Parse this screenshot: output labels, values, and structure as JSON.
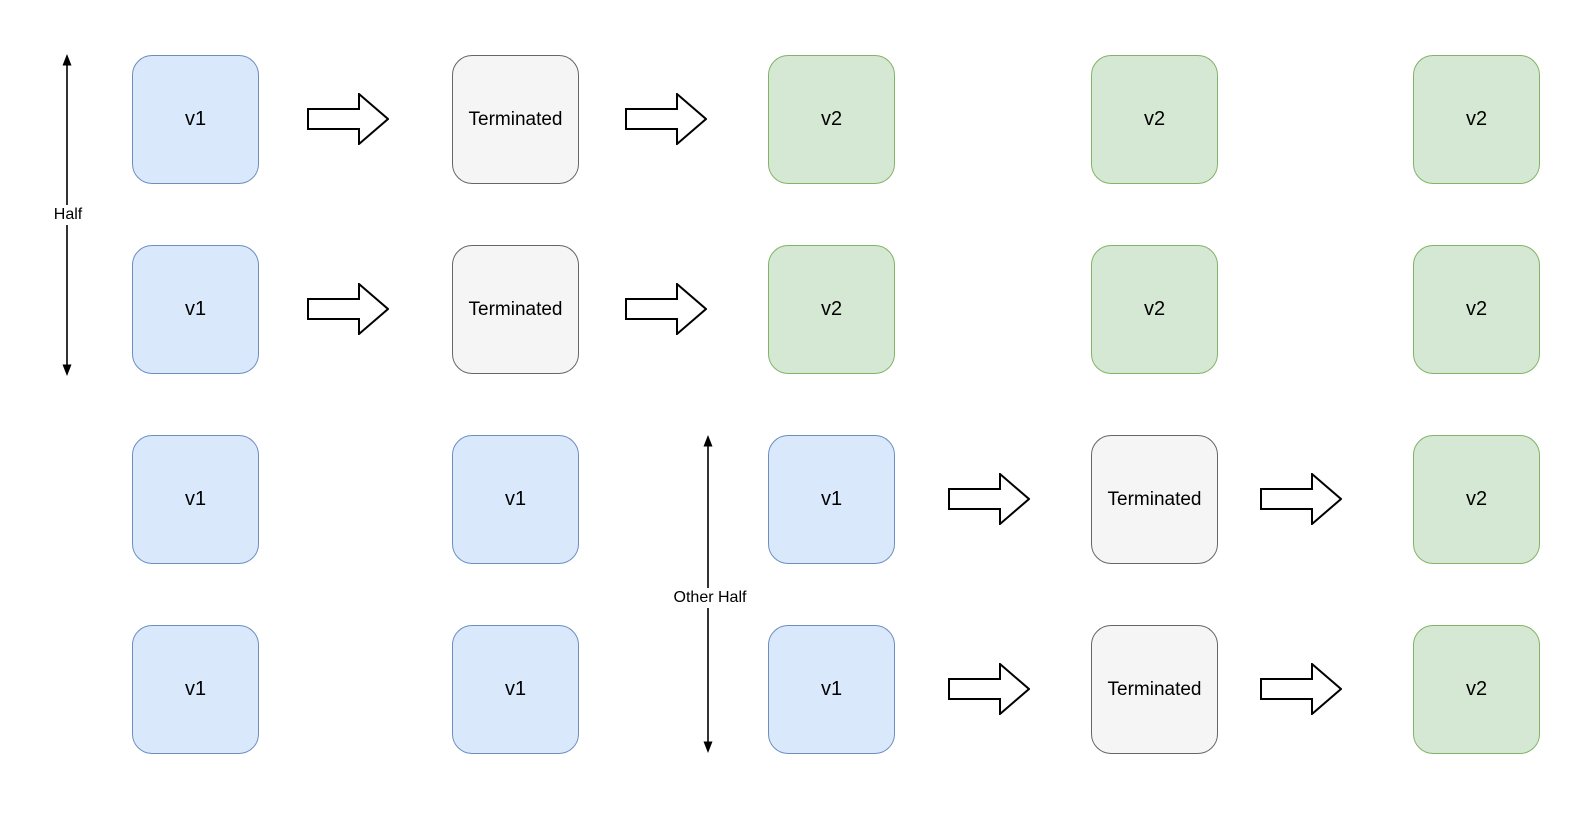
{
  "diagram": {
    "kind": "deployment-halves-flow",
    "background": "#ffffff",
    "node_styles": {
      "v1": {
        "fill": "#dae8fc",
        "border": "#6c8ebf"
      },
      "terminated": {
        "fill": "#f5f5f5",
        "border": "#666666"
      },
      "v2": {
        "fill": "#d5e8d4",
        "border": "#82b366"
      }
    },
    "arrow_style": {
      "fill": "#ffffff",
      "stroke": "#000000"
    },
    "span_labels": {
      "half": "Half",
      "other_half": "Other Half"
    },
    "rows": [
      {
        "nodes": [
          {
            "type": "v1",
            "label": "v1"
          },
          {
            "type": "terminated",
            "label": "Terminated"
          },
          {
            "type": "v2",
            "label": "v2"
          },
          {
            "type": "v2",
            "label": "v2"
          },
          {
            "type": "v2",
            "label": "v2"
          }
        ],
        "arrows_between": [
          "node0->node1",
          "node1->node2"
        ]
      },
      {
        "nodes": [
          {
            "type": "v1",
            "label": "v1"
          },
          {
            "type": "terminated",
            "label": "Terminated"
          },
          {
            "type": "v2",
            "label": "v2"
          },
          {
            "type": "v2",
            "label": "v2"
          },
          {
            "type": "v2",
            "label": "v2"
          }
        ],
        "arrows_between": [
          "node0->node1",
          "node1->node2"
        ]
      },
      {
        "nodes": [
          {
            "type": "v1",
            "label": "v1"
          },
          {
            "type": "v1",
            "label": "v1"
          },
          {
            "type": "v1",
            "label": "v1"
          },
          {
            "type": "terminated",
            "label": "Terminated"
          },
          {
            "type": "v2",
            "label": "v2"
          }
        ],
        "arrows_between": [
          "node2->node3",
          "node3->node4"
        ]
      },
      {
        "nodes": [
          {
            "type": "v1",
            "label": "v1"
          },
          {
            "type": "v1",
            "label": "v1"
          },
          {
            "type": "v1",
            "label": "v1"
          },
          {
            "type": "terminated",
            "label": "Terminated"
          },
          {
            "type": "v2",
            "label": "v2"
          }
        ],
        "arrows_between": [
          "node2->node3",
          "node3->node4"
        ]
      }
    ]
  }
}
